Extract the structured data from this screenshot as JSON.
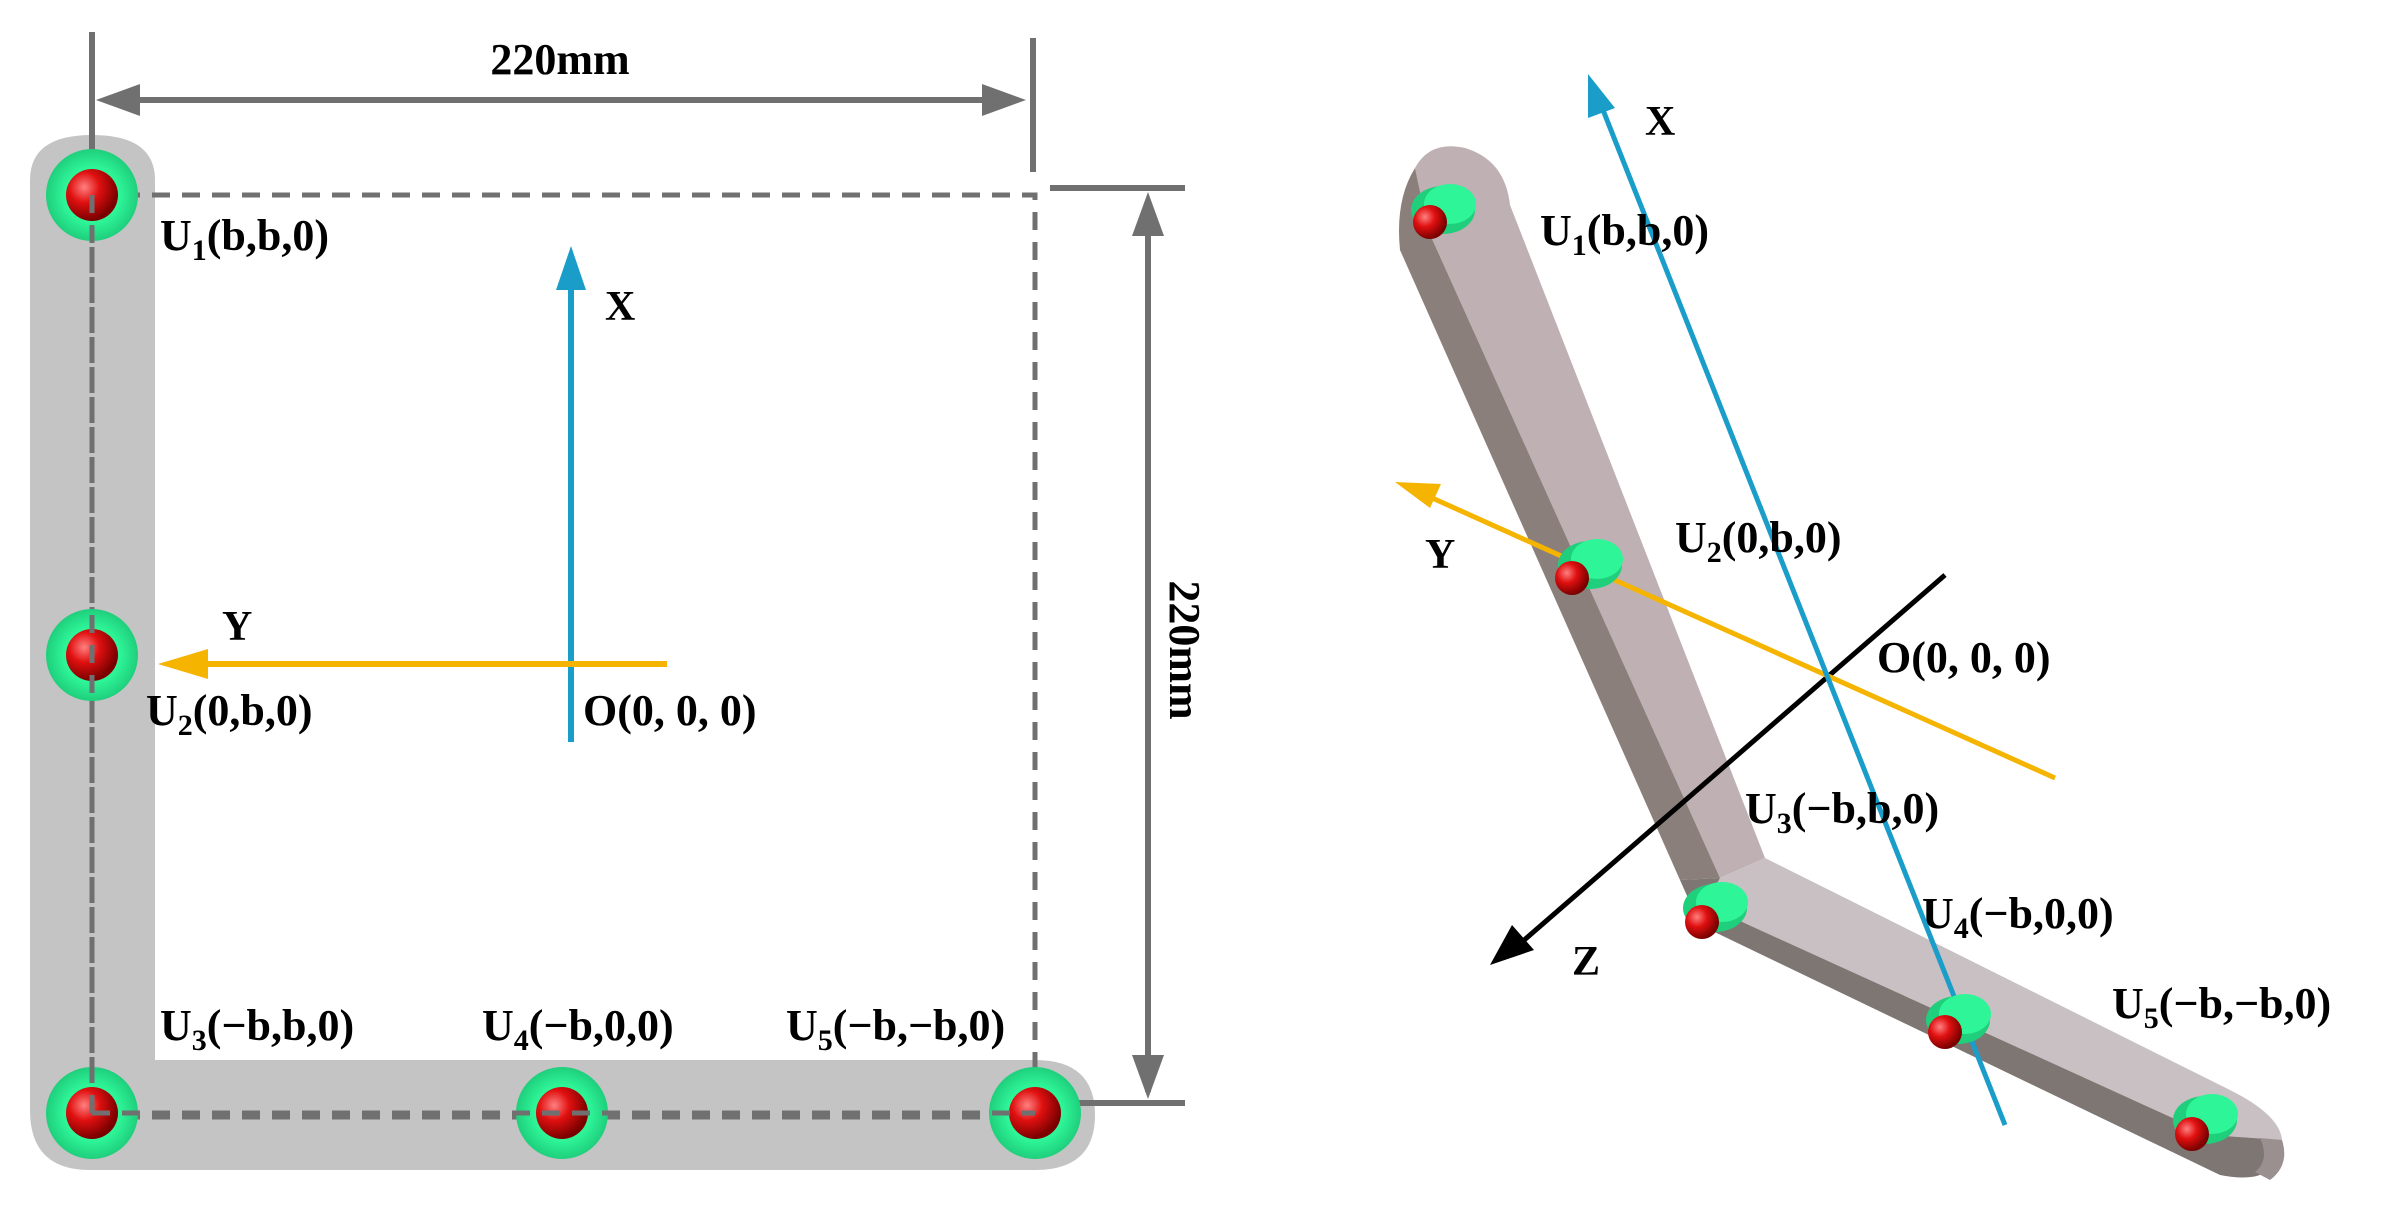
{
  "top_view": {
    "dim_width": "220mm",
    "dim_height": "220mm",
    "axis_x": "X",
    "axis_y": "Y",
    "origin": "O(0, 0, 0)",
    "joints": [
      {
        "base": "U",
        "sub": "1",
        "coords": "(b,b,0)"
      },
      {
        "base": "U",
        "sub": "2",
        "coords": "(0,b,0)"
      },
      {
        "base": "U",
        "sub": "3",
        "coords": "(−b,b,0)"
      },
      {
        "base": "U",
        "sub": "4",
        "coords": "(−b,0,0)"
      },
      {
        "base": "U",
        "sub": "5",
        "coords": "(−b,−b,0)"
      }
    ]
  },
  "iso_view": {
    "axis_x": "X",
    "axis_y": "Y",
    "axis_z": "Z",
    "origin": "O(0, 0, 0)",
    "joints": [
      {
        "base": "U",
        "sub": "1",
        "coords": "(b,b,0)"
      },
      {
        "base": "U",
        "sub": "2",
        "coords": "(0,b,0)"
      },
      {
        "base": "U",
        "sub": "3",
        "coords": "(−b,b,0)"
      },
      {
        "base": "U",
        "sub": "4",
        "coords": "(−b,0,0)"
      },
      {
        "base": "U",
        "sub": "5",
        "coords": "(−b,−b,0)"
      }
    ]
  },
  "colors": {
    "x_axis": "#1a9ec9",
    "y_axis": "#f5b400",
    "z_axis": "#000000",
    "bar_top": "#c0c0c0",
    "dim_line": "#707070",
    "joint_ring": "#2ef598",
    "joint_ball": "#e01010",
    "beam_face": "#8a7f7a",
    "beam_top": "#bfb0b3"
  }
}
